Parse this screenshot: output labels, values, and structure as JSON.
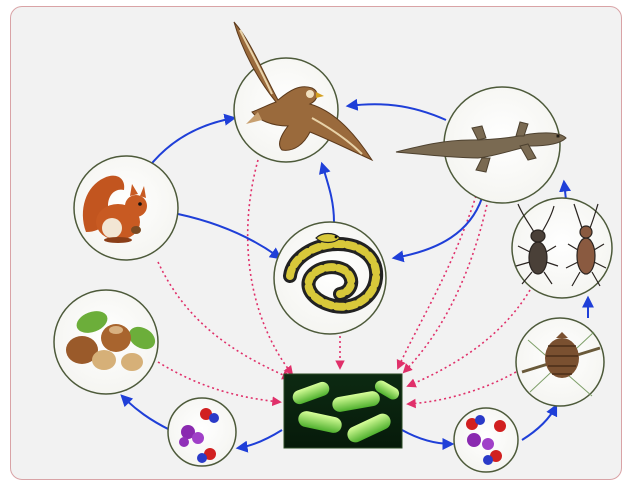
{
  "diagram": {
    "kind": "food web",
    "nodes": [
      {
        "id": "hawk",
        "icon": "hawk-icon"
      },
      {
        "id": "lizard",
        "icon": "lizard-icon"
      },
      {
        "id": "squirrel",
        "icon": "squirrel-icon"
      },
      {
        "id": "snake",
        "icon": "snake-icon"
      },
      {
        "id": "beetles",
        "icon": "beetle-icon"
      },
      {
        "id": "hazelnuts",
        "icon": "hazelnut-icon"
      },
      {
        "id": "pinecone",
        "icon": "pinecone-icon"
      },
      {
        "id": "nutrients-left",
        "icon": "molecule-icon"
      },
      {
        "id": "nutrients-right",
        "icon": "molecule-icon"
      },
      {
        "id": "bacteria",
        "icon": "bacteria-icon"
      }
    ],
    "feeding_links": [
      [
        "squirrel",
        "hawk"
      ],
      [
        "squirrel",
        "snake"
      ],
      [
        "snake",
        "hawk"
      ],
      [
        "lizard",
        "hawk"
      ],
      [
        "lizard",
        "snake"
      ],
      [
        "beetles",
        "lizard"
      ],
      [
        "pinecone",
        "beetles"
      ],
      [
        "nutrients-right",
        "pinecone"
      ],
      [
        "bacteria",
        "nutrients-right"
      ],
      [
        "bacteria",
        "nutrients-left"
      ],
      [
        "nutrients-left",
        "hazelnuts"
      ]
    ],
    "decomposition_links": [
      [
        "hawk",
        "bacteria"
      ],
      [
        "lizard",
        "bacteria"
      ],
      [
        "squirrel",
        "bacteria"
      ],
      [
        "snake",
        "bacteria"
      ],
      [
        "beetles",
        "bacteria"
      ],
      [
        "hazelnuts",
        "bacteria"
      ],
      [
        "pinecone",
        "bacteria"
      ]
    ],
    "colors": {
      "frame_border": "#d9a3a6",
      "background": "#f2f2f2",
      "feeding_arrow": "#1f3fd8",
      "decomposition_arrow": "#e0306a",
      "node_border": "#4d5a3a"
    }
  }
}
